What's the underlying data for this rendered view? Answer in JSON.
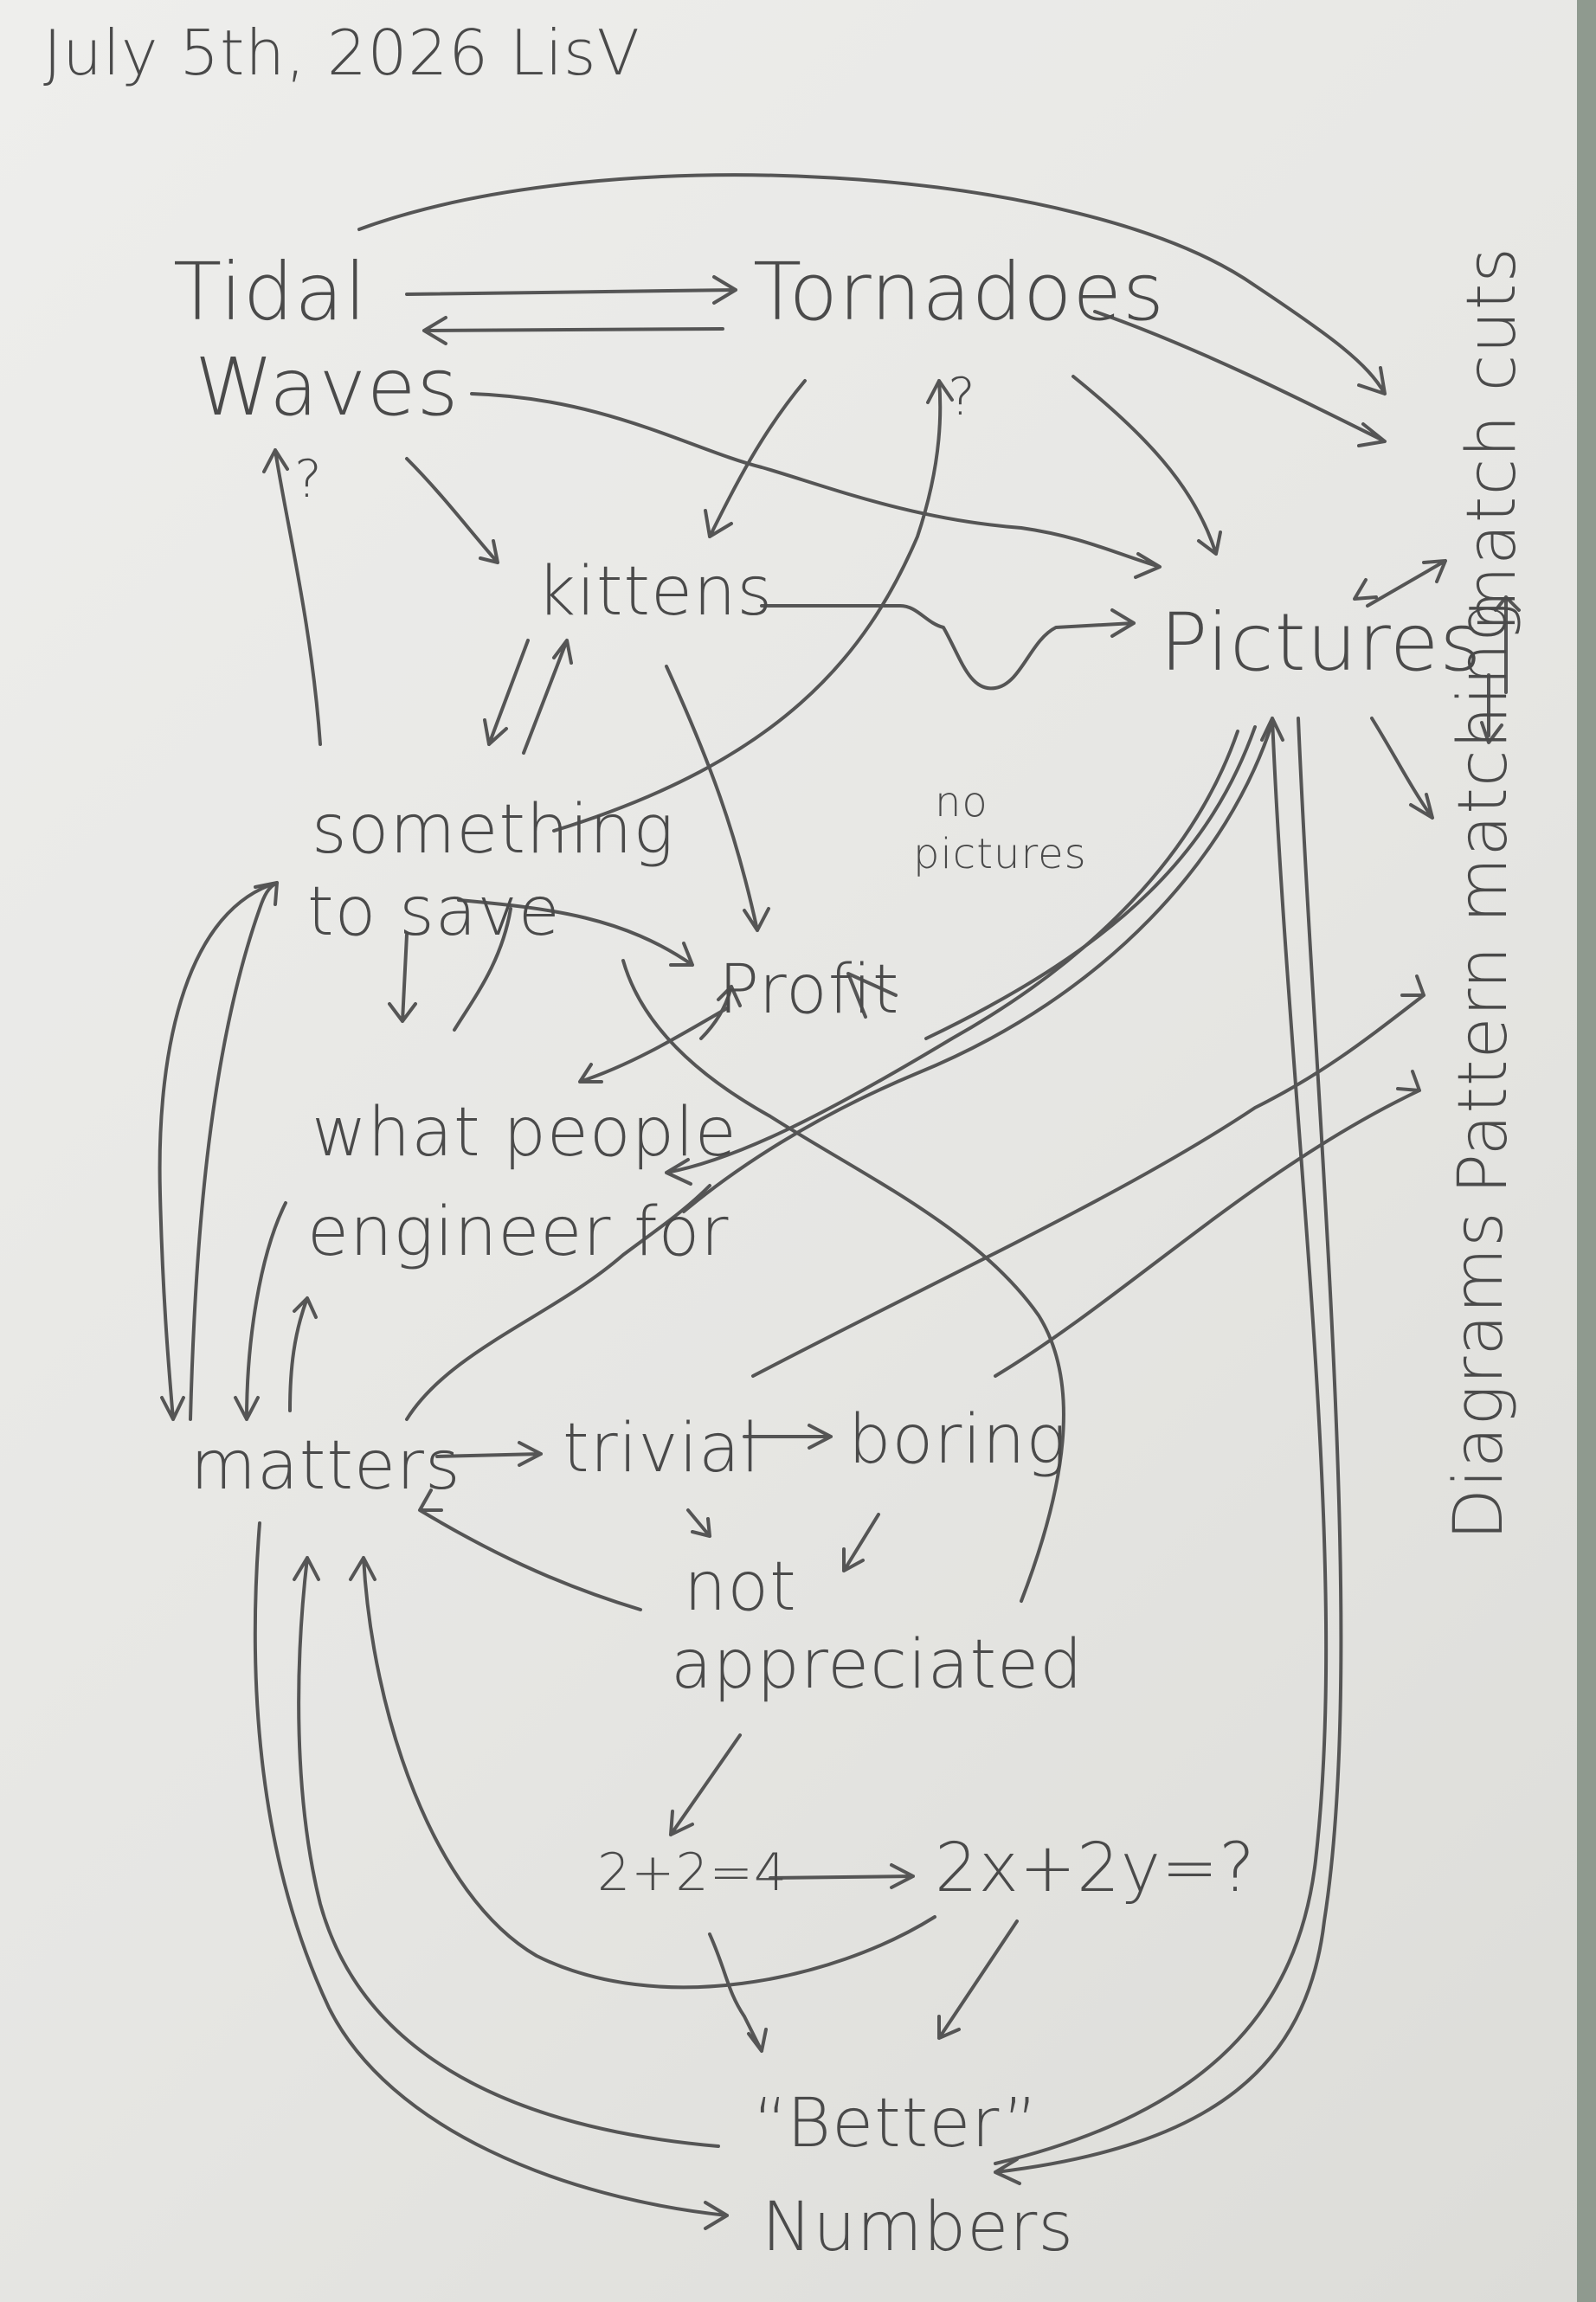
{
  "header": {
    "date_line": "July 5th, 2026 LisV"
  },
  "nodes": {
    "tidal_waves_1": "Tidal",
    "tidal_waves_2": "Waves",
    "tornadoes": "Tornadoes",
    "tornadoes_question": "?",
    "tidal_question": "?",
    "kittens": "kittens",
    "pictures": "Pictures",
    "match_cuts": "match cuts",
    "no_pictures_1": "no",
    "no_pictures_2": "pictures",
    "something_to_save_1": "something",
    "something_to_save_2": "to save",
    "profit": "Profit",
    "what_people_1": "what people",
    "what_people_2": "engineer for",
    "pattern_matching": "Pattern matching",
    "diagrams": "Diagrams",
    "matters": "matters",
    "trivial": "trivial",
    "boring": "boring",
    "not_appreciated_1": "not",
    "not_appreciated_2": "appreciated",
    "eq_simple": "2+2=4",
    "eq_unknown": "2x+2y=?",
    "better_1": "“Better”",
    "better_2": "Numbers"
  }
}
